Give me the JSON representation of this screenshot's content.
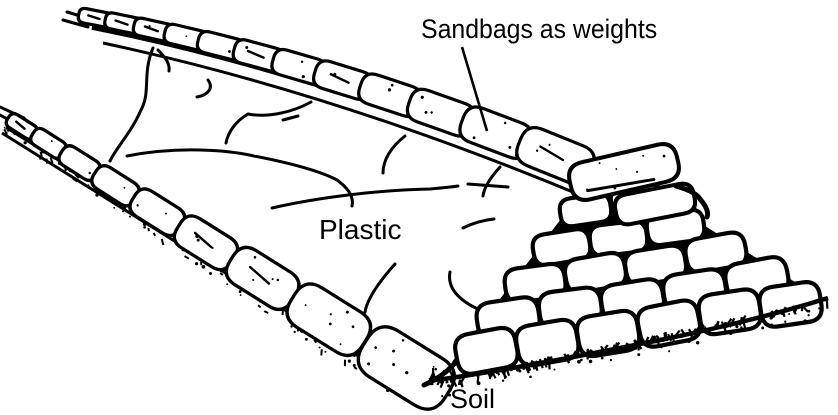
{
  "figure": {
    "background_color": "#ffffff",
    "ink_color": "#000000",
    "labels": {
      "sandbags": "Sandbags as weights",
      "plastic": "Plastic",
      "soil": "Soil"
    }
  }
}
